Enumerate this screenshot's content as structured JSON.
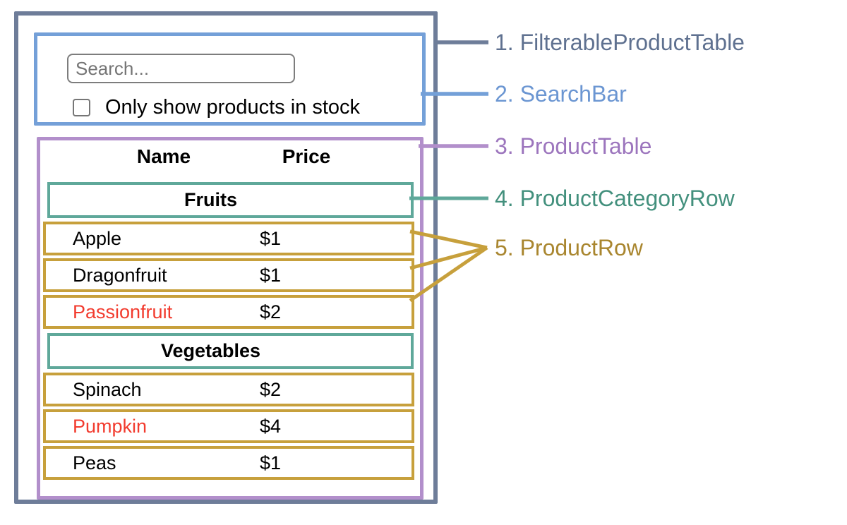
{
  "colors": {
    "outer": "#6e7d99",
    "blue": "#74a0d8",
    "purple": "#b28fcb",
    "teal": "#5fa89a",
    "gold": "#c7a03c",
    "red": "#f23b2e",
    "label_outer": "#5f7190",
    "label_blue": "#6b96d2",
    "label_purple": "#9c75bd",
    "label_teal": "#43907d",
    "label_gold": "#a9862f"
  },
  "search_bar": {
    "placeholder": "Search...",
    "checkbox_label": "Only show products in stock",
    "checkbox_checked": false
  },
  "table": {
    "headers": [
      "Name",
      "Price"
    ],
    "categories": [
      {
        "name": "Fruits",
        "products": [
          {
            "name": "Apple",
            "price": "$1",
            "out_of_stock": false
          },
          {
            "name": "Dragonfruit",
            "price": "$1",
            "out_of_stock": false
          },
          {
            "name": "Passionfruit",
            "price": "$2",
            "out_of_stock": true
          }
        ]
      },
      {
        "name": "Vegetables",
        "products": [
          {
            "name": "Spinach",
            "price": "$2",
            "out_of_stock": false
          },
          {
            "name": "Pumpkin",
            "price": "$4",
            "out_of_stock": true
          },
          {
            "name": "Peas",
            "price": "$1",
            "out_of_stock": false
          }
        ]
      }
    ]
  },
  "callouts": [
    {
      "text": "1. FilterableProductTable",
      "color": "#5f7190"
    },
    {
      "text": "2. SearchBar",
      "color": "#6b96d2"
    },
    {
      "text": "3. ProductTable",
      "color": "#9c75bd"
    },
    {
      "text": "4. ProductCategoryRow",
      "color": "#43907d"
    },
    {
      "text": "5. ProductRow",
      "color": "#a9862f"
    }
  ]
}
